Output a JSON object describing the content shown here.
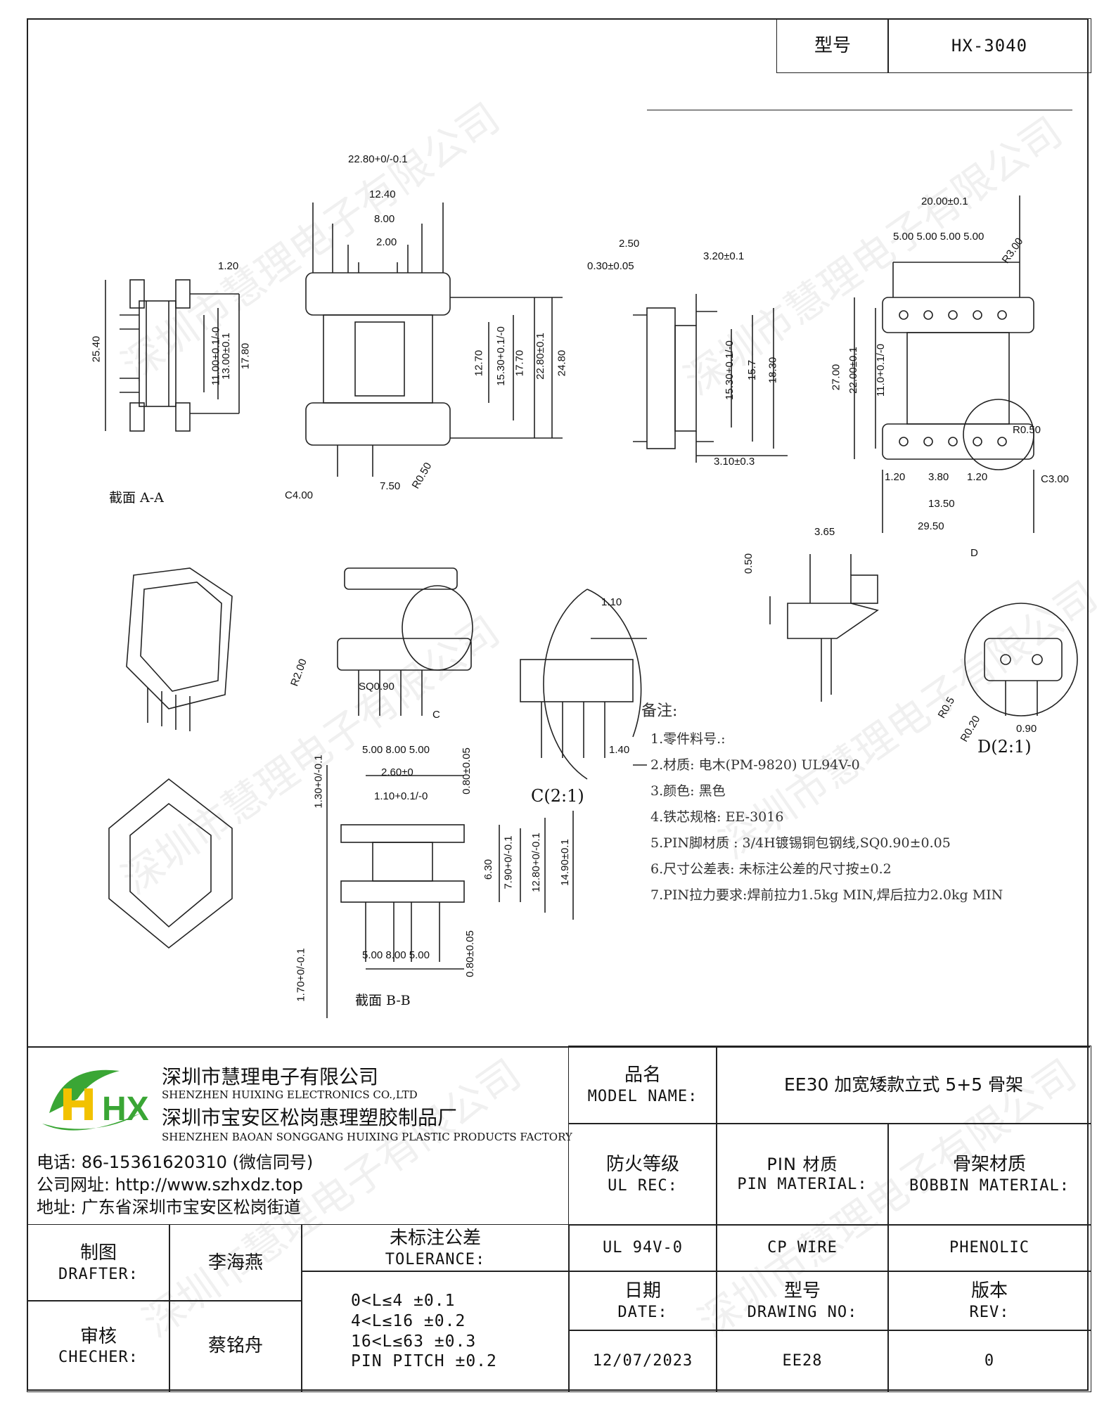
{
  "header": {
    "model_label": "型号",
    "model_value": "HX-3040"
  },
  "drawing": {
    "section_aa": "截面 A-A",
    "section_bb": "截面 B-B",
    "detail_c": "C(2:1)",
    "detail_d": "D(2:1)",
    "dims": {
      "d2280": "22.80+0/-0.1",
      "d1240": "12.40",
      "d800": "8.00",
      "d200": "2.00",
      "d120a": "1.20",
      "d2540": "25.40",
      "d1100": "11.00+0.1/-0",
      "d1300": "13.00±0.1",
      "d1780": "17.80",
      "d1270": "12.70",
      "d1530": "15.30+0.1/-0",
      "d1770": "17.70",
      "d2280b": "22.80±0.1",
      "d2480": "24.80",
      "d750": "7.50",
      "c400": "C4.00",
      "r050": "R0.50",
      "d250": "2.50",
      "d030": "0.30±0.05",
      "d320": "3.20±0.1",
      "d1530b": "15.30+0.1/-0",
      "d157": "15.7",
      "d1830": "18.30",
      "d310": "3.10±0.3",
      "d2000": "20.00±0.1",
      "d500x4": "5.00 5.00 5.00 5.00",
      "r300": "R3.00",
      "d2700": "27.00",
      "d2200": "22.00±0.1",
      "d1100b": "11.0+0.1/-0",
      "d120b": "1.20",
      "d380": "3.80",
      "d120c": "1.20",
      "c300": "C3.00",
      "d1350": "13.50",
      "d2950": "29.50",
      "r050b": "R0.50",
      "sq090": "SQ0.90",
      "r200": "R2.00",
      "d110": "1.10",
      "d140": "1.40",
      "d365": "3.65",
      "d050": "0.50",
      "d130": "1.30+0/-0.1",
      "top3": "5.00  8.00  5.00",
      "d260": "2.60±0",
      "d110b": "1.10+0.1/-0",
      "d080": "0.80±0.05",
      "d630": "6.30",
      "d790": "7.90+0/-0.1",
      "d1280": "12.80+0/-0.1",
      "d1490": "14.90±0.1",
      "d170": "1.70+0/-0.1",
      "bot3": "5.00  8.00  5.00",
      "d080b": "0.80±0.05",
      "r05": "R0.5",
      "r020": "R0.20",
      "d090": "0.90",
      "d_label": "D",
      "c_label": "C"
    }
  },
  "notes": {
    "title": "备注:",
    "lines": [
      "1.零件料号.:",
      "2.材质: 电木(PM-9820) UL94V-0",
      "3.颜色: 黑色",
      "4.铁芯规格: EE-3016",
      "5.PIN脚材质 : 3/4H镀锡铜包钢线,SQ0.90±0.05",
      "6.尺寸公差表: 未标注公差的尺寸按±0.2",
      "7.PIN拉力要求:焊前拉力1.5kg MIN,焊后拉力2.0kg MIN"
    ]
  },
  "company": {
    "logo_text": "HX",
    "name_cn": "深圳市慧理电子有限公司",
    "name_en": "SHENZHEN HUIXING ELECTRONICS CO.,LTD",
    "factory_cn": "深圳市宝安区松岗惠理塑胶制品厂",
    "factory_en": "SHENZHEN BAOAN SONGGANG HUIXING PLASTIC PRODUCTS FACTORY",
    "phone": "电话: 86-15361620310 (微信同号)",
    "website": "公司网址: http://www.szhxdz.top",
    "address": "地址: 广东省深圳市宝安区松岗街道"
  },
  "title_block": {
    "model_name_cn": "品名",
    "model_name_en": "MODEL NAME:",
    "model_name_value": "EE30 加宽矮款立式 5+5 骨架",
    "ul_cn": "防火等级",
    "ul_en": "UL REC:",
    "pin_cn": "PIN 材质",
    "pin_en": "PIN MATERIAL:",
    "bobbin_cn": "骨架材质",
    "bobbin_en": "BOBBIN MATERIAL:",
    "ul_value": "UL 94V-0",
    "pin_value": "CP WIRE",
    "bobbin_value": "PHENOLIC",
    "drafter_cn": "制图",
    "drafter_en": "DRAFTER:",
    "drafter_name": "李海燕",
    "checker_cn": "审核",
    "checker_en": "CHECHER:",
    "checker_name": "蔡铭舟",
    "tol_cn": "未标注公差",
    "tol_en": "TOLERANCE:",
    "tol_lines": [
      "0<L≤4  ±0.1",
      "4<L≤16 ±0.2",
      "16<L≤63 ±0.3",
      "PIN PITCH ±0.2"
    ],
    "date_cn": "日期",
    "date_en": "DATE:",
    "drawing_cn": "型号",
    "drawing_en": "DRAWING NO:",
    "rev_cn": "版本",
    "rev_en": "REV:",
    "date_value": "12/07/2023",
    "drawing_value": "EE28",
    "rev_value": "0"
  },
  "watermark": "深圳市慧理电子有限公司",
  "colors": {
    "logo_green": "#3aa635",
    "logo_yellow": "#f2c200",
    "line": "#222222"
  }
}
